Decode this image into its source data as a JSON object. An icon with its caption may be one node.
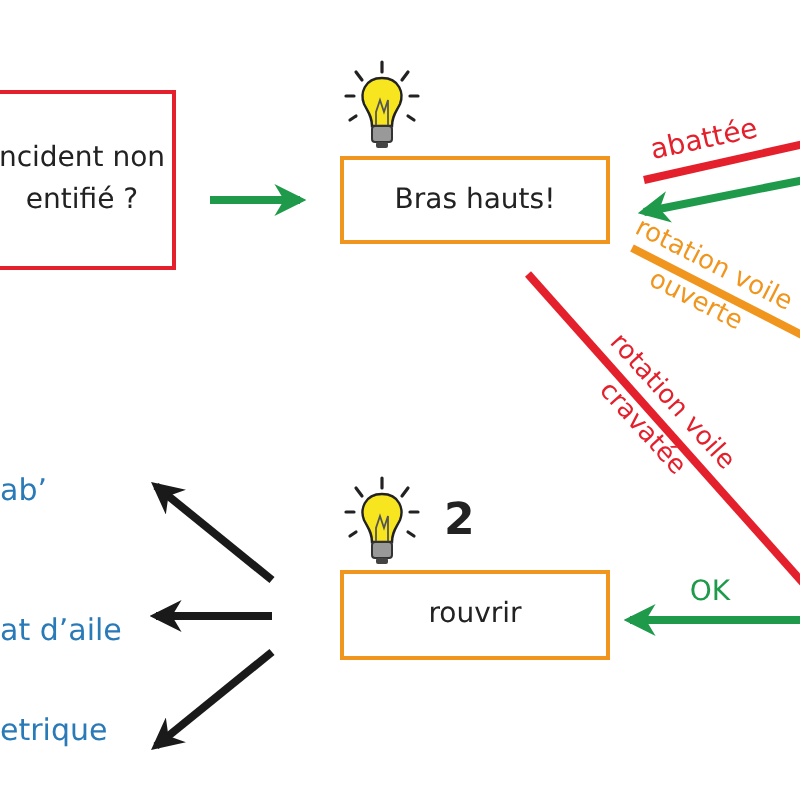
{
  "diagram": {
    "nodes": [
      {
        "text": [
          "ncident non entifié ?"
        ]
      },
      {
        "text": [
          "Bras hauts!"
        ]
      },
      {
        "text": [
          "rouvrir"
        ],
        "beside": [
          "2"
        ]
      },
      {
        "text": [
          "ab’"
        ]
      },
      {
        "text": [
          "at d’aile"
        ]
      },
      {
        "text": [
          "etrique"
        ]
      }
    ],
    "edges": [
      {
        "from": 0,
        "to": 1,
        "arrow": "to",
        "color": "#1e9a4a"
      },
      {
        "from": 1,
        "to": null,
        "arrow": "none",
        "label": "abattée",
        "color": "#e3202c"
      },
      {
        "from": null,
        "to": 1,
        "arrow": "to",
        "color": "#1e9a4a"
      },
      {
        "from": 1,
        "to": null,
        "arrow": "none",
        "label": "rotation voile ouverte",
        "color": "#f0961e"
      },
      {
        "from": 1,
        "to": null,
        "arrow": "none",
        "label": "rotation voile cravatée",
        "color": "#e3202c"
      },
      {
        "from": null,
        "to": 2,
        "arrow": "to",
        "label": "OK",
        "color": "#1e9a4a"
      },
      {
        "from": 2,
        "to": 3,
        "arrow": "to",
        "color": "#1a1a1a"
      },
      {
        "from": 2,
        "to": 4,
        "arrow": "to",
        "color": "#1a1a1a"
      },
      {
        "from": 2,
        "to": 5,
        "arrow": "to",
        "color": "#1a1a1a"
      }
    ]
  }
}
